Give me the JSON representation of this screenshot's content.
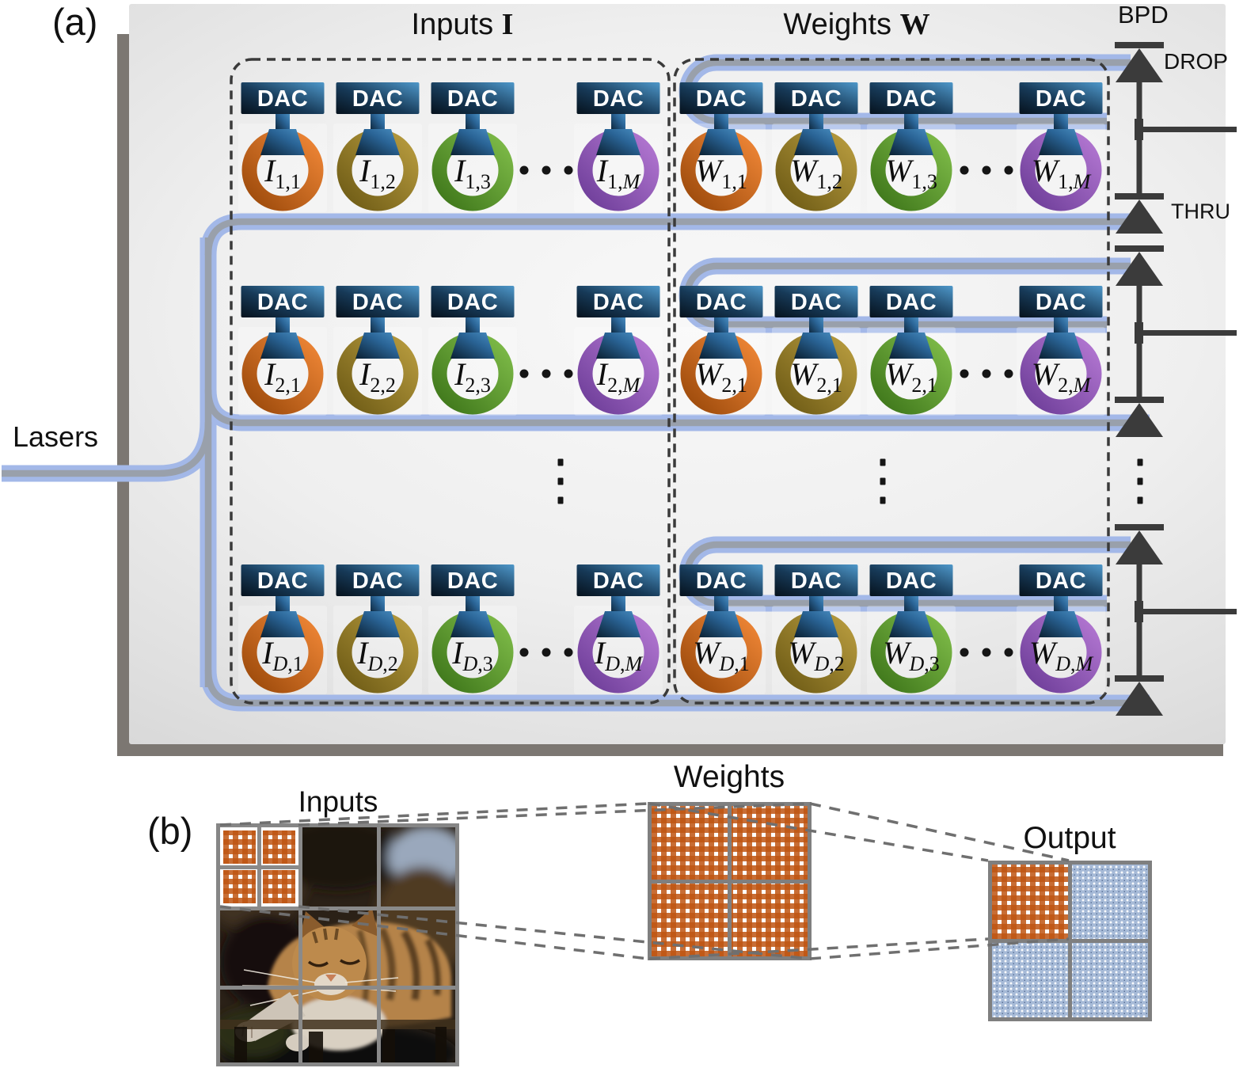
{
  "figure": {
    "panel_a_label": "(a)",
    "panel_b_label": "(b)",
    "headings": {
      "inputs_title": "Inputs",
      "inputs_symbol": "I",
      "weights_title": "Weights",
      "weights_symbol": "W",
      "bpd": "BPD",
      "drop": "DROP",
      "thru": "THRU",
      "lasers": "Lasers"
    },
    "dac_label": "DAC",
    "mrr_rows": [
      {
        "inputs": [
          {
            "base": "I",
            "sub": "1,1"
          },
          {
            "base": "I",
            "sub": "1,2"
          },
          {
            "base": "I",
            "sub": "1,3"
          },
          {
            "base": "I",
            "sub": "1,M"
          }
        ],
        "weights": [
          {
            "base": "W",
            "sub": "1,1"
          },
          {
            "base": "W",
            "sub": "1,2"
          },
          {
            "base": "W",
            "sub": "1,3"
          },
          {
            "base": "W",
            "sub": "1,M"
          }
        ]
      },
      {
        "inputs": [
          {
            "base": "I",
            "sub": "2,1"
          },
          {
            "base": "I",
            "sub": "2,2"
          },
          {
            "base": "I",
            "sub": "2,3"
          },
          {
            "base": "I",
            "sub": "2,M"
          }
        ],
        "weights": [
          {
            "base": "W",
            "sub": "2,1"
          },
          {
            "base": "W",
            "sub": "2,1"
          },
          {
            "base": "W",
            "sub": "2,1"
          },
          {
            "base": "W",
            "sub": "2,M"
          }
        ]
      },
      {
        "inputs": [
          {
            "base": "I",
            "sub": "D,1"
          },
          {
            "base": "I",
            "sub": "D,2"
          },
          {
            "base": "I",
            "sub": "D,3"
          },
          {
            "base": "I",
            "sub": "D,M"
          }
        ],
        "weights": [
          {
            "base": "W",
            "sub": "D,1"
          },
          {
            "base": "W",
            "sub": "D,2"
          },
          {
            "base": "W",
            "sub": "D,3"
          },
          {
            "base": "W",
            "sub": "D,M"
          }
        ]
      }
    ],
    "panel_b": {
      "inputs_title": "Inputs",
      "weights_title": "Weights",
      "output_title": "Output"
    },
    "colors": {
      "ring_gradients": [
        [
          "#9c4a0b",
          "#ef8636"
        ],
        [
          "#6f5c16",
          "#b79b3e"
        ],
        [
          "#3e761a",
          "#7fbc49"
        ],
        [
          "#6e3e99",
          "#b377d2"
        ]
      ],
      "waveguide_blue": "#a3b8e8",
      "waveguide_core": "#99a0ab",
      "dac_dark": "#06121d",
      "dac_light": "#4e97c9",
      "detector": "#3b3b3b",
      "dash_border": "#3a3a3a",
      "connector_gray": "#6f6f6f",
      "pattern_orange": "#bf5512",
      "pattern_blue_bg": "#a6bad7"
    }
  }
}
